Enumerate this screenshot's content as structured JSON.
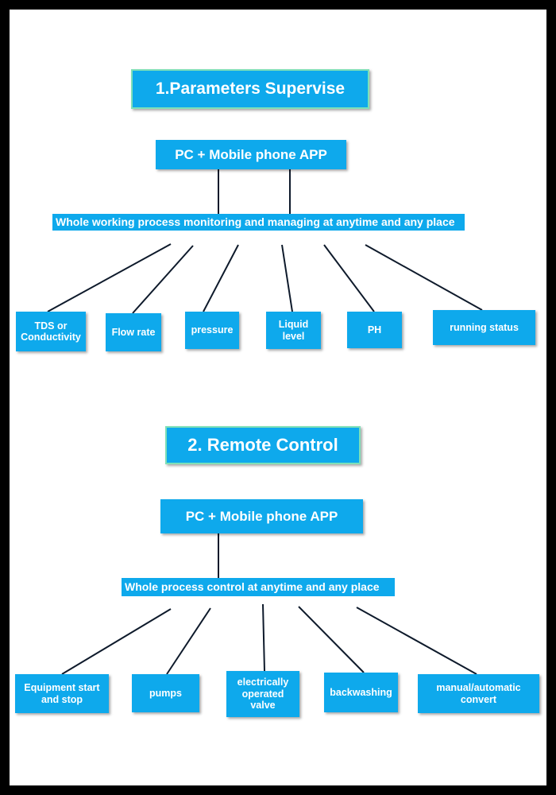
{
  "section1": {
    "title": "1.Parameters Supervise",
    "platform": "PC  + Mobile phone APP",
    "description": "Whole working process monitoring and managing at anytime and any place",
    "items": [
      "TDS or\nConductivity",
      "Flow rate",
      "pressure",
      "Liquid\nlevel",
      "PH",
      "running status"
    ]
  },
  "section2": {
    "title": "2. Remote Control",
    "platform": "PC  + Mobile phone APP",
    "description": "Whole process control at anytime and any place",
    "items": [
      "Equipment start\nand stop",
      "pumps",
      "electrically\noperated\nvalve",
      "backwashing",
      "manual/automatic\nconvert"
    ]
  },
  "colors": {
    "box": "#0ea9ec",
    "text": "#ffffff",
    "border": "#000000",
    "line": "#0e1a2b"
  }
}
